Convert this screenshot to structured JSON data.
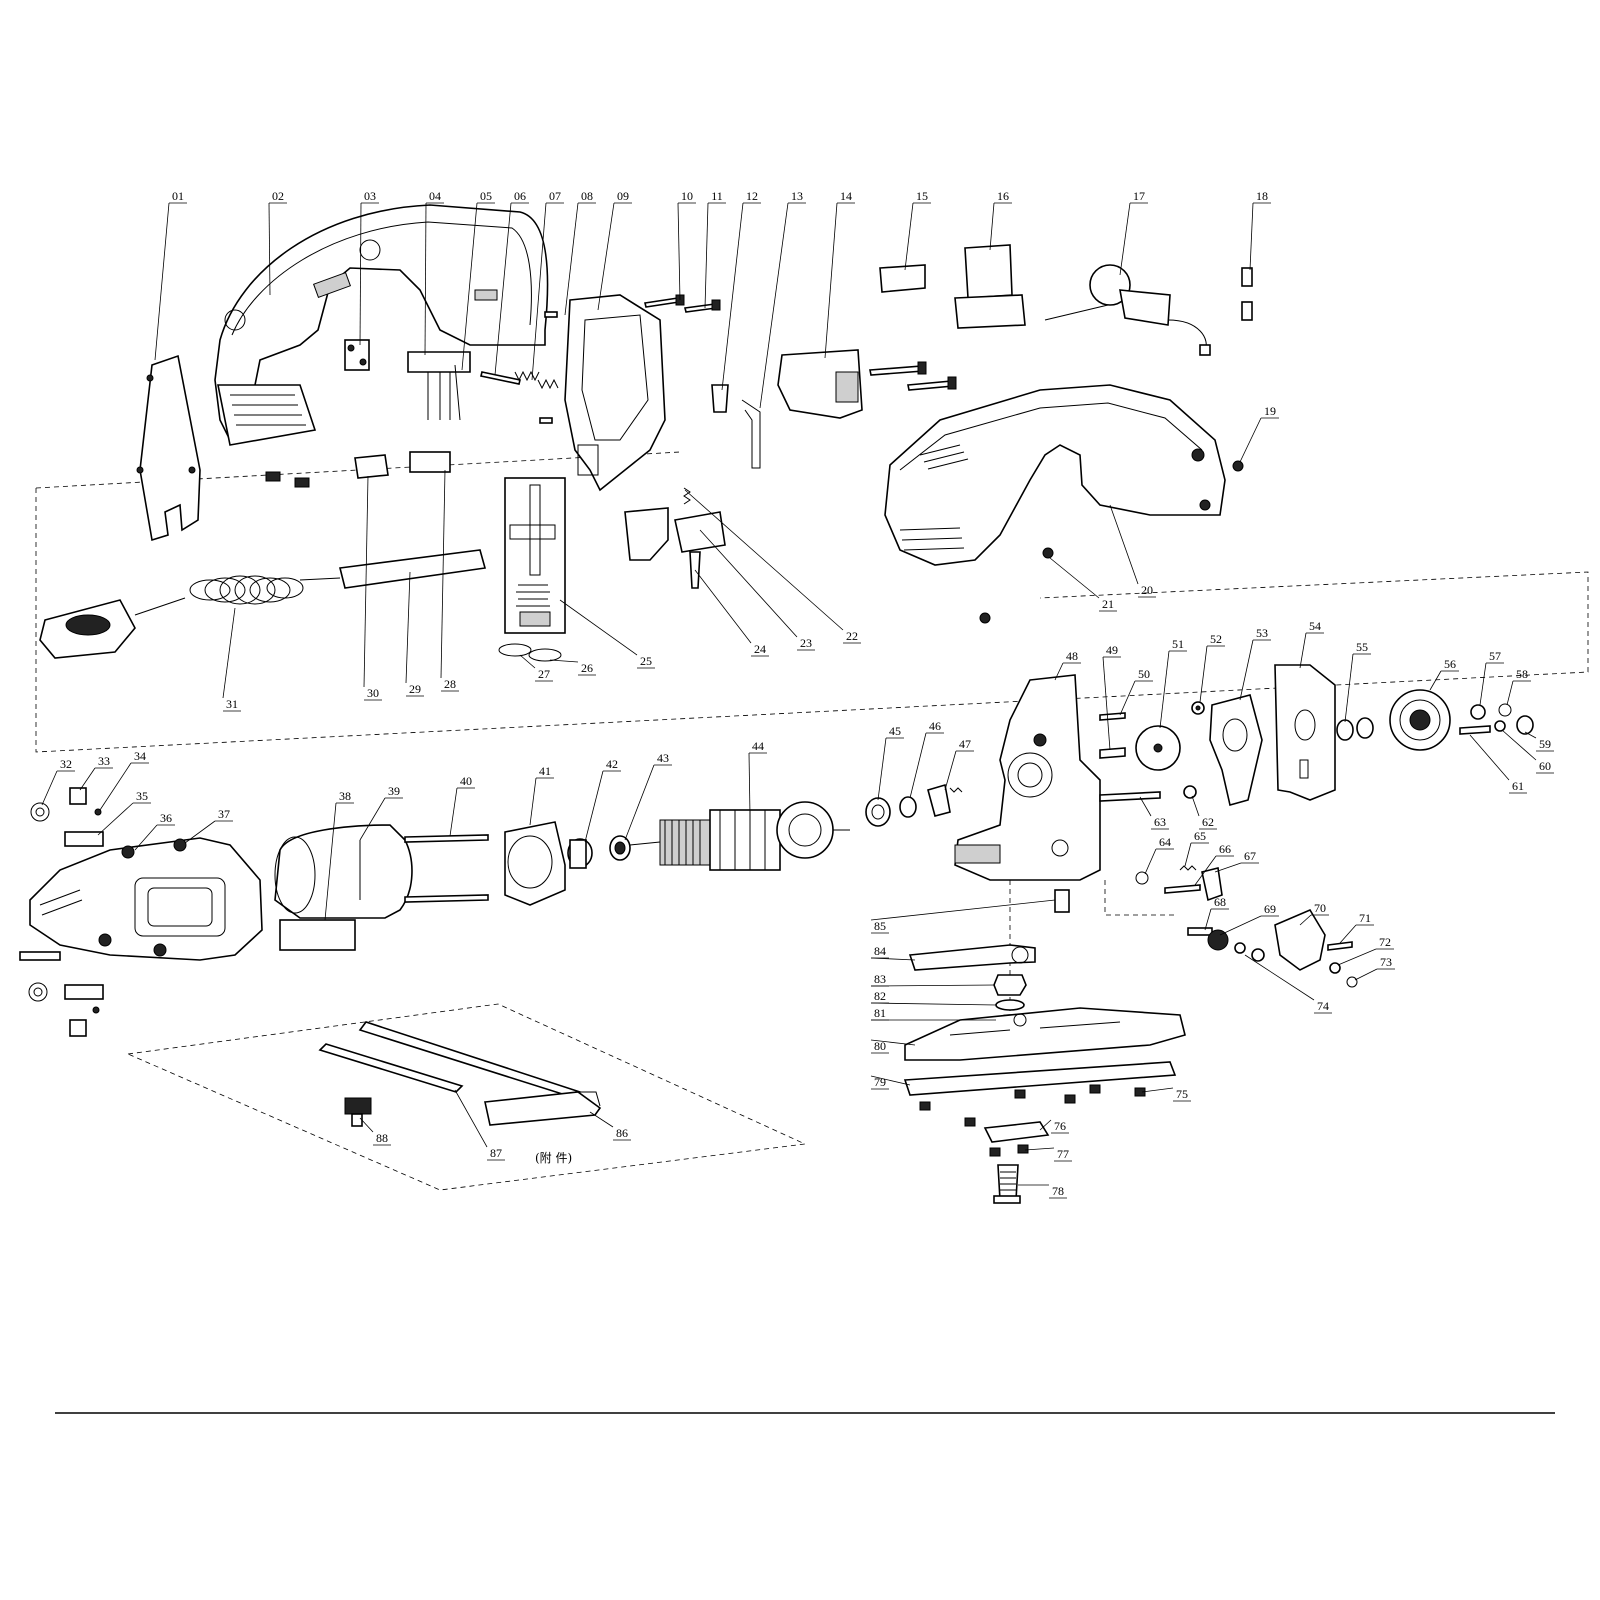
{
  "diagram": {
    "type": "exploded-parts-view",
    "accessory_note": "(附 件)",
    "part_numbers": [
      "01",
      "02",
      "03",
      "04",
      "05",
      "06",
      "07",
      "08",
      "09",
      "10",
      "11",
      "12",
      "13",
      "14",
      "15",
      "16",
      "17",
      "18",
      "19",
      "20",
      "21",
      "22",
      "23",
      "24",
      "25",
      "26",
      "27",
      "28",
      "29",
      "30",
      "31",
      "32",
      "33",
      "34",
      "35",
      "36",
      "37",
      "38",
      "39",
      "40",
      "41",
      "42",
      "43",
      "44",
      "45",
      "46",
      "47",
      "48",
      "49",
      "50",
      "51",
      "52",
      "53",
      "54",
      "55",
      "56",
      "57",
      "58",
      "59",
      "60",
      "61",
      "62",
      "63",
      "64",
      "65",
      "66",
      "67",
      "68",
      "69",
      "70",
      "71",
      "72",
      "73",
      "74",
      "75",
      "76",
      "77",
      "78",
      "79",
      "80",
      "81",
      "82",
      "83",
      "84",
      "85",
      "86",
      "87",
      "88"
    ]
  }
}
